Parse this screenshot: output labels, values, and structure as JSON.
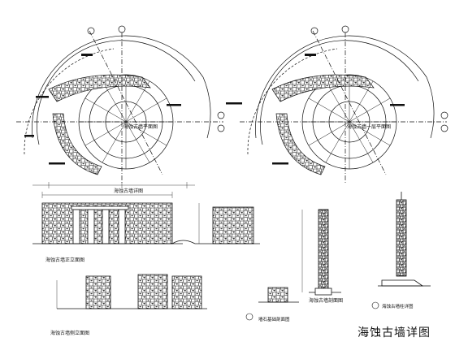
{
  "sheet": {
    "title": "海蚀古墙详图",
    "plan_labels": {
      "left_plan": "海蚀古墙平面图",
      "right_plan": "海蚀古墙一层平面图"
    },
    "section_labels": {
      "front_elevation": "海蚀古墙正立面图",
      "side_elevation": "海蚀古墙侧立面图",
      "section_a": "海蚀古墙剖面图",
      "section_b": "墙石基础剖面图",
      "detail": "海蚀古墙详图",
      "column_detail": "海蚀古墙柱详图"
    },
    "palette": {
      "ink": "#111111",
      "paper": "#ffffff",
      "stone": "#2a2a2a"
    }
  }
}
